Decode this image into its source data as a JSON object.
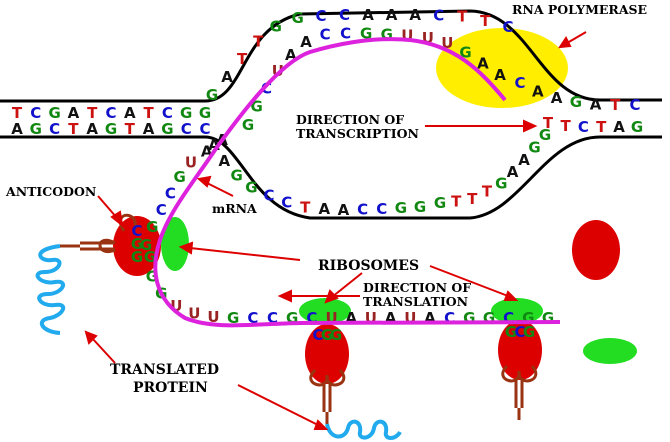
{
  "labels": {
    "rna_polymerase": "RNA POLYMERASE",
    "direction_transcription_1": "DIRECTION OF",
    "direction_transcription_2": "TRANSCRIPTION",
    "anticodon": "ANTICODON",
    "mrna": "mRNA",
    "ribosomes": "RIBOSOMES",
    "direction_translation_1": "DIRECTION OF",
    "direction_translation_2": "TRANSLATION",
    "translated_1": "TRANSLATED",
    "translated_2": "PROTEIN"
  },
  "colors": {
    "A": "#111111",
    "T": "#cc1111",
    "G": "#118811",
    "C": "#1111cc",
    "U": "#992222",
    "mrna": "#dd22dd",
    "polymerase": "#ffee00",
    "ribosome_small": "#22dd22",
    "ribosome_large": "#dd0000",
    "protein": "#22aaee",
    "trna": "#993311"
  },
  "sequences": {
    "top_left": "TCGATCATCGG",
    "bottom_left": "AGCTAGTAGCC",
    "bubble_top": "GATTGGCCAAACTTC",
    "template_mid": "CAAGATC",
    "bottom_right": "TTCTAG",
    "bubble_bottom": "GTTTGAAGG",
    "bubble_bottom_left": "AAGGCCTAACCGG",
    "rna_bubble": "GGCUAACCGGUUUGAA",
    "rna_left": "AAUGCCGG",
    "rna_bottom": "GGGUUUGCCGCUAUAUACGGCGG",
    "anticodon_1": "CGG",
    "anticodon_2": "CGG",
    "anticodon_3": "GCG"
  }
}
